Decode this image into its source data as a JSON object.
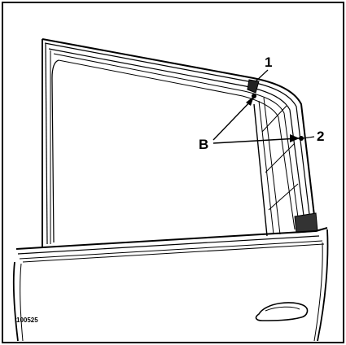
{
  "figure": {
    "reference": "100525",
    "callouts": {
      "one": "1",
      "two": "2",
      "b": "B"
    }
  }
}
